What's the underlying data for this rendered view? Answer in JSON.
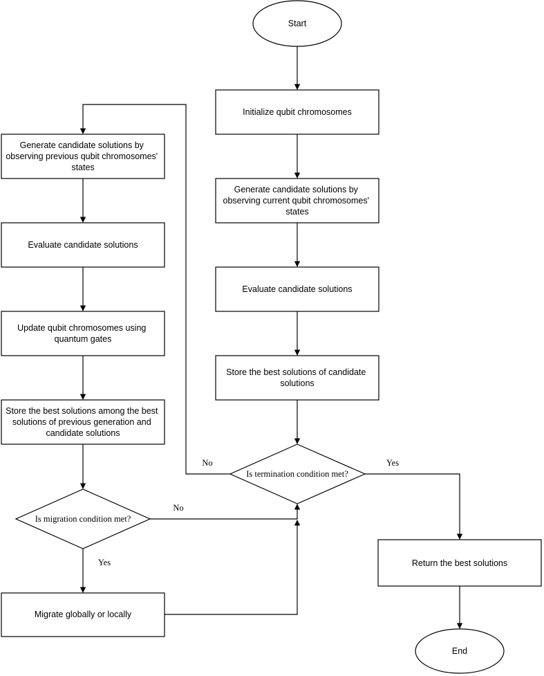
{
  "diagram": {
    "nodes": {
      "start": "Start",
      "init": "Initialize qubit chromosomes",
      "gen_current": [
        "Generate candidate solutions by",
        "observing current qubit chromosomes'",
        "states"
      ],
      "eval_right": "Evaluate candidate solutions",
      "store_best": [
        "Store the best solutions of candidate",
        "solutions"
      ],
      "termination": "Is termination condition met?",
      "return_best": "Return the best solutions",
      "end": "End",
      "gen_previous": [
        "Generate candidate solutions by",
        "observing previous qubit chromosomes'",
        "states"
      ],
      "eval_left": "Evaluate candidate solutions",
      "update": [
        "Update qubit chromosomes using",
        "quantum gates"
      ],
      "store_among": [
        "Store the best solutions among the best",
        "solutions of  previous generation and",
        "candidate solutions"
      ],
      "migration": "Is migration condition met?",
      "migrate": "Migrate globally or locally"
    },
    "edge_labels": {
      "termination_no": "No",
      "termination_yes": "Yes",
      "migration_no": "No",
      "migration_yes": "Yes"
    }
  }
}
